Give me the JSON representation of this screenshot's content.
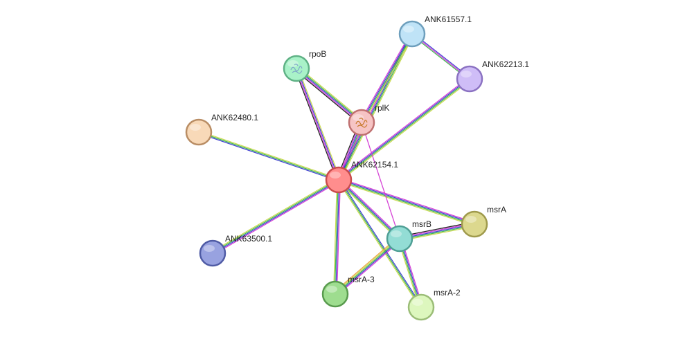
{
  "network": {
    "nodes": [
      {
        "id": "ANK62154.1",
        "label": "ANK62154.1",
        "fill": "#ff8d8d",
        "stroke": "#c94c4c",
        "center": true
      },
      {
        "id": "rplK",
        "label": "rplK",
        "fill": "#f6c4c4",
        "stroke": "#bf7070",
        "structure": true
      },
      {
        "id": "rpoB",
        "label": "rpoB",
        "fill": "#a9f2c8",
        "stroke": "#5fb185",
        "structure": true
      },
      {
        "id": "ANK61557.1",
        "label": "ANK61557.1",
        "fill": "#bfe3f7",
        "stroke": "#6e9fbd"
      },
      {
        "id": "ANK62213.1",
        "label": "ANK62213.1",
        "fill": "#cfbdf7",
        "stroke": "#8b72c2"
      },
      {
        "id": "ANK62480.1",
        "label": "ANK62480.1",
        "fill": "#f8d9b8",
        "stroke": "#b98d64"
      },
      {
        "id": "ANK63500.1",
        "label": "ANK63500.1",
        "fill": "#98a2e0",
        "stroke": "#4f5ba5"
      },
      {
        "id": "msrB",
        "label": "msrB",
        "fill": "#93ddd5",
        "stroke": "#4f9f95"
      },
      {
        "id": "msrA",
        "label": "msrA",
        "fill": "#dcd88e",
        "stroke": "#9f9a4c"
      },
      {
        "id": "msrA-3",
        "label": "msrA-3",
        "fill": "#9edd8f",
        "stroke": "#589a4d"
      },
      {
        "id": "msrA-2",
        "label": "msrA-2",
        "fill": "#ddf7be",
        "stroke": "#9bbd77"
      }
    ],
    "edges": [
      {
        "source": "ANK62154.1",
        "target": "rplK",
        "colors": [
          "#1a1a1a",
          "#d43ad4",
          "#3b3bd1",
          "#39b54a",
          "#c8d84a"
        ]
      },
      {
        "source": "ANK62154.1",
        "target": "rpoB",
        "colors": [
          "#1a1a1a",
          "#d43ad4",
          "#3b3bd1",
          "#c8d84a"
        ]
      },
      {
        "source": "ANK62154.1",
        "target": "ANK61557.1",
        "colors": [
          "#d43ad4",
          "#3b3bd1",
          "#39b54a",
          "#c8d84a"
        ]
      },
      {
        "source": "ANK62154.1",
        "target": "ANK62213.1",
        "colors": [
          "#d43ad4",
          "#3b3bd1",
          "#39b54a",
          "#c8d84a"
        ]
      },
      {
        "source": "ANK62154.1",
        "target": "ANK62480.1",
        "colors": [
          "#3b3bd1",
          "#39b54a",
          "#c8d84a"
        ]
      },
      {
        "source": "ANK62154.1",
        "target": "ANK63500.1",
        "colors": [
          "#d43ad4",
          "#3b3bd1",
          "#39b54a",
          "#c8d84a"
        ]
      },
      {
        "source": "ANK62154.1",
        "target": "msrB",
        "colors": [
          "#d43ad4",
          "#3b3bd1",
          "#39b54a",
          "#c8d84a"
        ]
      },
      {
        "source": "ANK62154.1",
        "target": "msrA",
        "colors": [
          "#d43ad4",
          "#3b3bd1",
          "#39b54a",
          "#c8d84a"
        ]
      },
      {
        "source": "ANK62154.1",
        "target": "msrA-3",
        "colors": [
          "#d43ad4",
          "#3b3bd1",
          "#39b54a",
          "#c8d84a"
        ]
      },
      {
        "source": "ANK62154.1",
        "target": "msrA-2",
        "colors": [
          "#3b3bd1",
          "#39b54a",
          "#c8d84a"
        ]
      },
      {
        "source": "rplK",
        "target": "rpoB",
        "colors": [
          "#1a1a1a",
          "#d43ad4",
          "#3b3bd1",
          "#39b54a",
          "#c8d84a"
        ]
      },
      {
        "source": "rplK",
        "target": "ANK61557.1",
        "colors": [
          "#d43ad4",
          "#3b3bd1",
          "#39b54a",
          "#c8d84a"
        ]
      },
      {
        "source": "rplK",
        "target": "msrB",
        "colors": [
          "#d43ad4"
        ]
      },
      {
        "source": "ANK61557.1",
        "target": "ANK62213.1",
        "colors": [
          "#3b3bd1",
          "#d43ad4",
          "#39b54a"
        ]
      },
      {
        "source": "msrB",
        "target": "msrA",
        "colors": [
          "#1a1a1a",
          "#d43ad4",
          "#3b3bd1",
          "#39b54a",
          "#c8d84a"
        ]
      },
      {
        "source": "msrB",
        "target": "msrA-3",
        "colors": [
          "#d43ad4",
          "#3b3bd1",
          "#39b54a",
          "#c8d84a",
          "#e8a33a"
        ]
      },
      {
        "source": "msrB",
        "target": "msrA-2",
        "colors": [
          "#d43ad4",
          "#3b3bd1",
          "#39b54a",
          "#c8d84a"
        ]
      }
    ]
  }
}
